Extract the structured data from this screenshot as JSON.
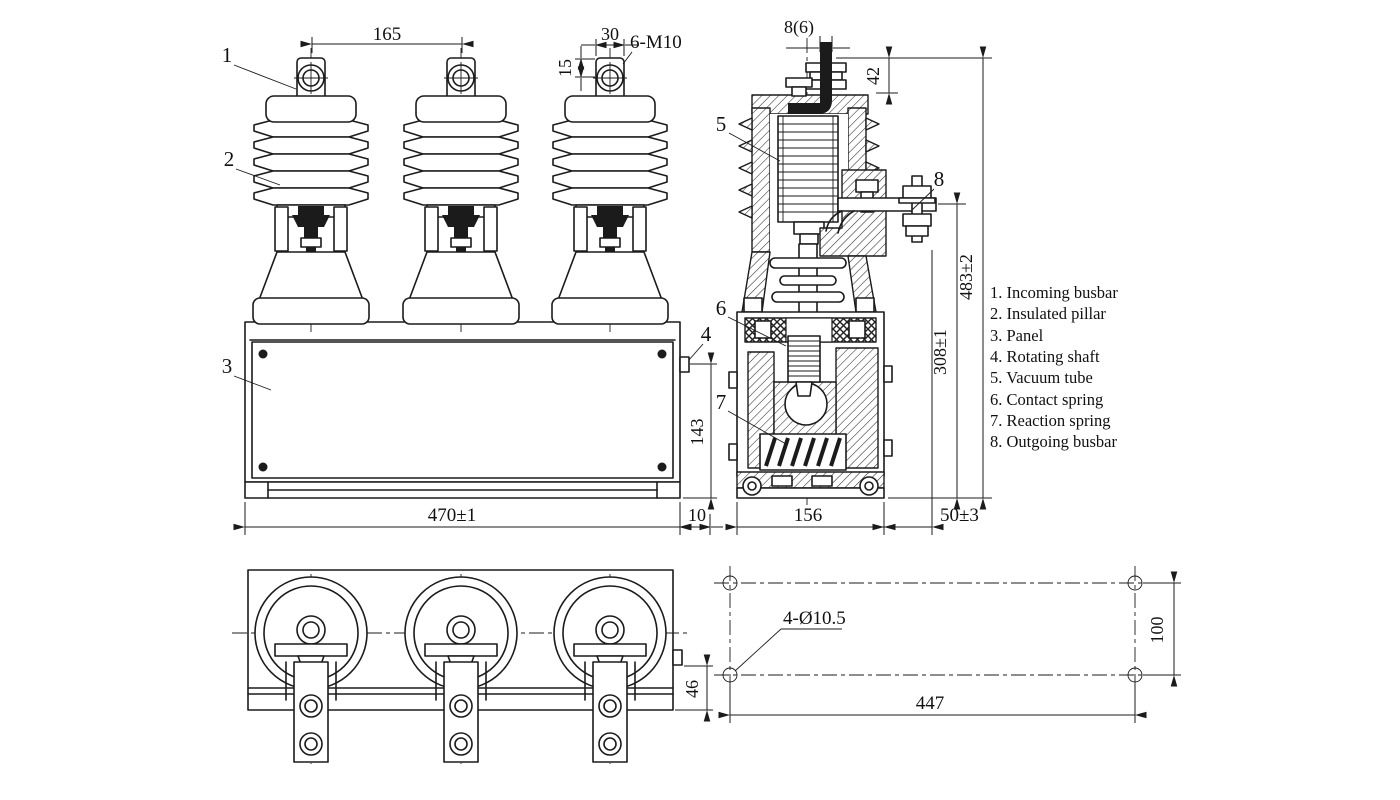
{
  "drawing": {
    "legend_items": [
      "1. Incoming busbar",
      "2. Insulated pillar",
      "3. Panel",
      "4. Rotating shaft",
      "5. Vacuum tube",
      "6. Contact spring",
      "7. Reaction spring",
      "8. Outgoing busbar"
    ],
    "part_labels": {
      "p1": "1",
      "p2": "2",
      "p3": "3",
      "p4": "4",
      "p5": "5",
      "p6": "6",
      "p7": "7",
      "p8": "8"
    },
    "dimensions": {
      "pole_pitch": "165",
      "terminal_width": "30",
      "terminal_hole_offset": "15",
      "terminal_thread": "6-M10",
      "busbar_thickness": "8(6)",
      "busbar_top_height": "42",
      "overall_height": "483±2",
      "pillar_height": "308±1",
      "panel_height": "143",
      "frame_width": "470±1",
      "shaft_end_offset": "10",
      "frame_depth": "156",
      "busbar_overhang": "50±3",
      "shaft_side_offset": "46",
      "mount_span_x": "447",
      "mount_span_y": "100",
      "mount_holes": "4-Ø10.5"
    },
    "colors": {
      "line": "#1b1b1b",
      "background": "#ffffff"
    }
  }
}
